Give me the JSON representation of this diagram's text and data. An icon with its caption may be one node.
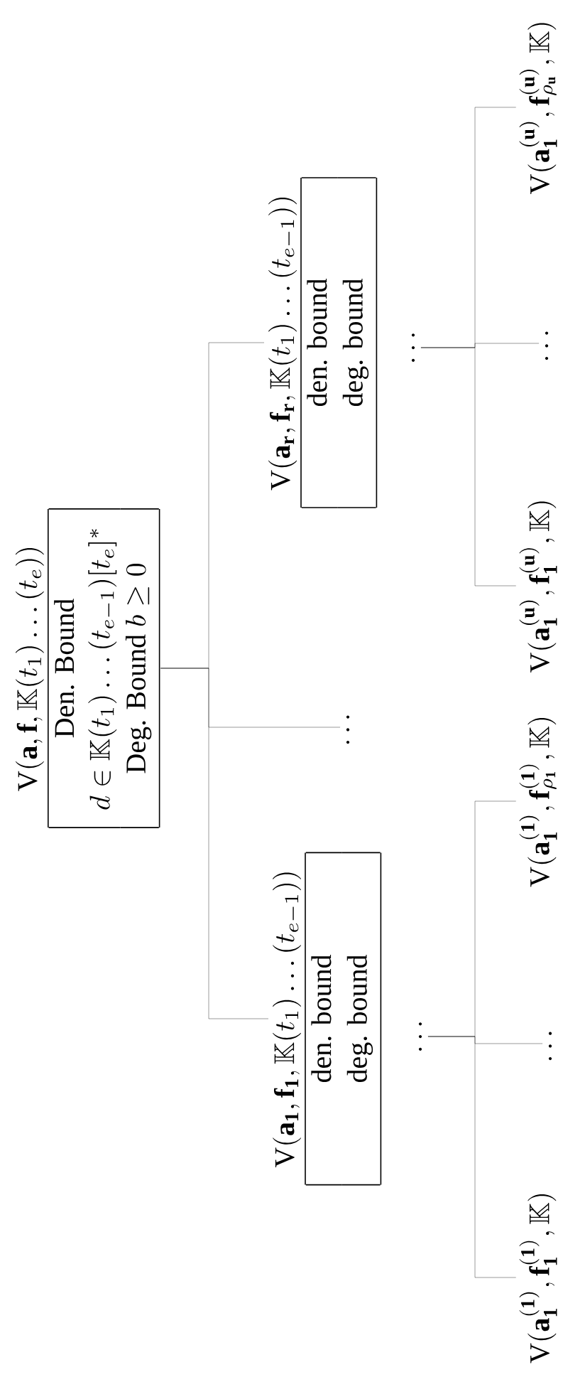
{
  "diagram": {
    "nodes": [
      {
        "text": [
          "\\mathrm{V}(\\mathbf{a},\\mathbf{f},\\mathbb{K}(t_1)\\dots(t_e))",
          "Den. Bound",
          "d\\in\\mathbb{K}(t_1)\\dots(t_{e-1})[t_e]^*",
          "\\text{Deg. Bound }b\\geq 0"
        ]
      },
      {
        "text": [
          "\\mathrm{V}(\\mathbf{a}_{\\mathbf{1}},\\mathbf{f}_{\\mathbf{1}},\\mathbb{K}(t_1)\\dots(t_{e-1}))",
          "den. bound",
          "deg. bound"
        ]
      },
      {
        "text": [
          "\\dots"
        ]
      },
      {
        "text": [
          "\\mathrm{V}(\\mathbf{a}_{\\mathbf{r}},\\mathbf{f}_{\\mathbf{r}},\\mathbb{K}(t_1)\\dots(t_{e-1}))",
          "den. bound",
          "deg. bound"
        ]
      },
      {
        "text": [
          "\\mathbf{\\ldots}"
        ]
      },
      {
        "text": [
          "\\mathrm{V}(\\mathbf{a}_{\\mathbf{1}}^{(\\mathbf{1})},\\mathbf{f}_{\\mathbf{1}}^{(\\mathbf{1})},\\mathbb{K})"
        ]
      },
      {
        "text": [
          "\\dots"
        ]
      },
      {
        "text": [
          "\\mathrm{V}(\\mathbf{a}_{\\mathbf{1}}^{(\\mathbf{1})},\\mathbf{f}_{\\rho_{\\mathbf{1}}}^{(\\mathbf{1})},\\mathbb{K})"
        ]
      },
      {
        "text": [
          "\\mathbf{\\ldots}"
        ]
      },
      {
        "text": [
          "\\mathrm{V}(\\mathbf{a}_{\\mathbf{1}}^{(\\mathbf{u})},\\mathbf{f}_{\\mathbf{1}}^{(\\mathbf{u})},\\mathbb{K})"
        ]
      },
      {
        "text": [
          "\\dots"
        ]
      },
      {
        "text": [
          "\\mathrm{V}(\\mathbf{a}_{\\mathbf{1}}^{(\\mathbf{u})},\\mathbf{f}_{\\rho_{\\mathbf{u}}}^{(\\mathbf{u})},\\mathbb{K})"
        ]
      }
    ],
    "edges": [
      {
        "from": 0,
        "to": 1,
        "arrow": "none"
      },
      {
        "from": 0,
        "to": 2,
        "arrow": "none"
      },
      {
        "from": 0,
        "to": 3,
        "arrow": "none"
      },
      {
        "from": 4,
        "to": 5,
        "arrow": "none"
      },
      {
        "from": 4,
        "to": 6,
        "arrow": "none"
      },
      {
        "from": 4,
        "to": 7,
        "arrow": "none"
      },
      {
        "from": 8,
        "to": 9,
        "arrow": "none"
      },
      {
        "from": 8,
        "to": 10,
        "arrow": "none"
      },
      {
        "from": 8,
        "to": 11,
        "arrow": "none"
      }
    ]
  }
}
